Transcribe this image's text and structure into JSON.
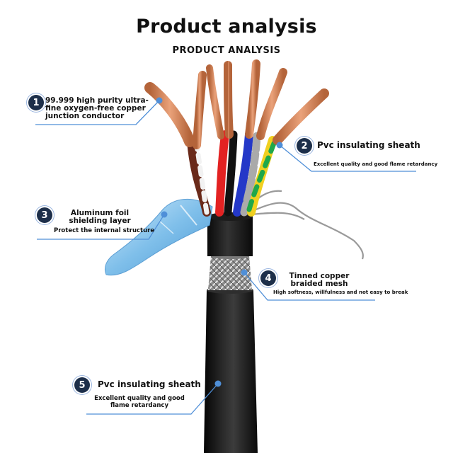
{
  "header": {
    "title": "Product analysis",
    "subtitle": "PRODUCT ANALYSIS"
  },
  "callouts": [
    {
      "number": "1",
      "title": "99.999 high purity ultra-fine oxygen-free copper junction conductor",
      "detail": ""
    },
    {
      "number": "2",
      "title": "Pvc insulating sheath",
      "detail": "Excellent quality and good flame retardancy"
    },
    {
      "number": "3",
      "title": "Aluminum foil shielding layer",
      "detail": "Protect the internal structure"
    },
    {
      "number": "4",
      "title": "Tinned copper braided mesh",
      "detail": "High softness, willfulness and not easy to break"
    },
    {
      "number": "5",
      "title": "Pvc insulating sheath",
      "detail": "Excellent quality and good flame retardancy"
    }
  ],
  "colors": {
    "badge": "#1d2f4a",
    "leader_line": "#4f8fd8",
    "copper": "#d9875a",
    "jacket": "#151515",
    "foil": "#8fc6ee",
    "braid": "#a9a9a9"
  }
}
